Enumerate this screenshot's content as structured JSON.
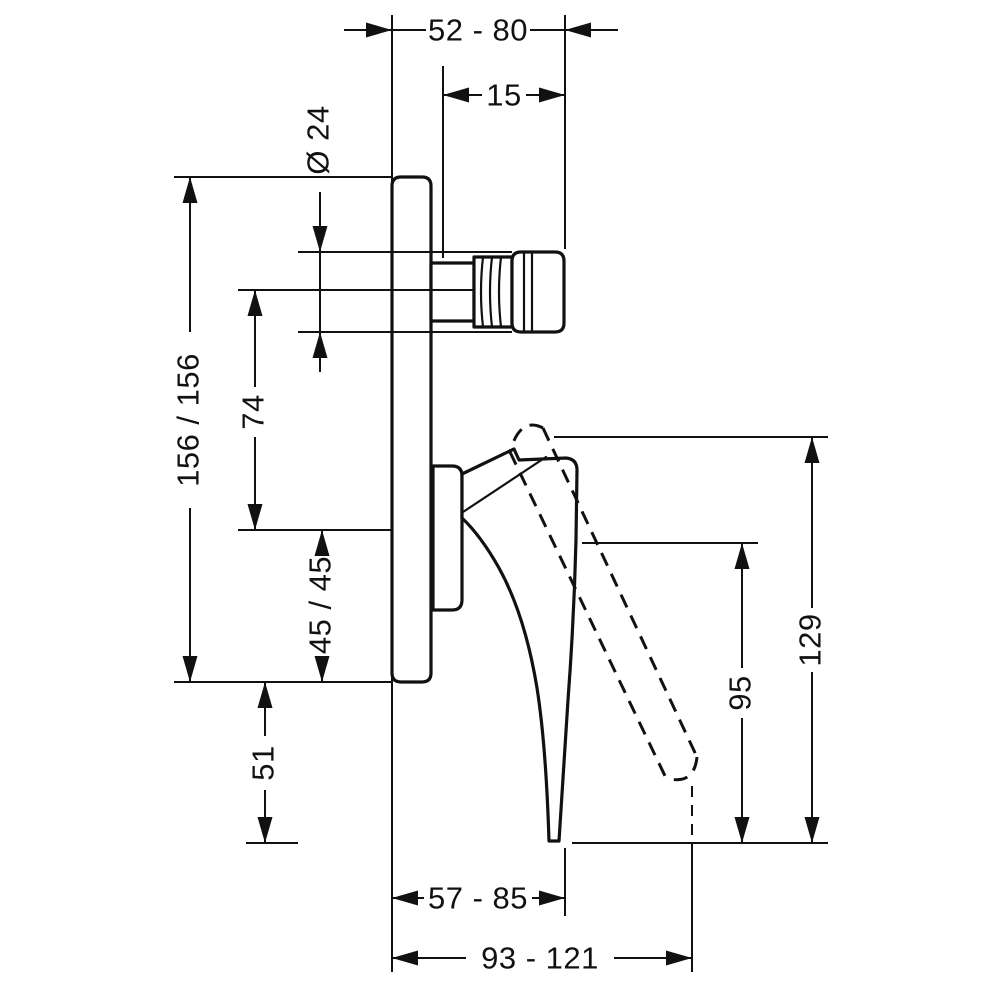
{
  "drawing": {
    "background": "#ffffff",
    "line_color": "#111111",
    "labels": {
      "protrusion_range": "52 - 80",
      "wall_offset": "15",
      "spout_diameter": "Ø 24",
      "plate_height": "156 / 156",
      "spout_to_handle_axis": "74",
      "handle_axis_offset": "45 / 45",
      "plate_bottom_to_lever_tip": "51",
      "handle_open_height": "129",
      "handle_closed_height": "95",
      "reach_closed_range": "57 - 85",
      "reach_open_range": "93 - 121"
    }
  }
}
